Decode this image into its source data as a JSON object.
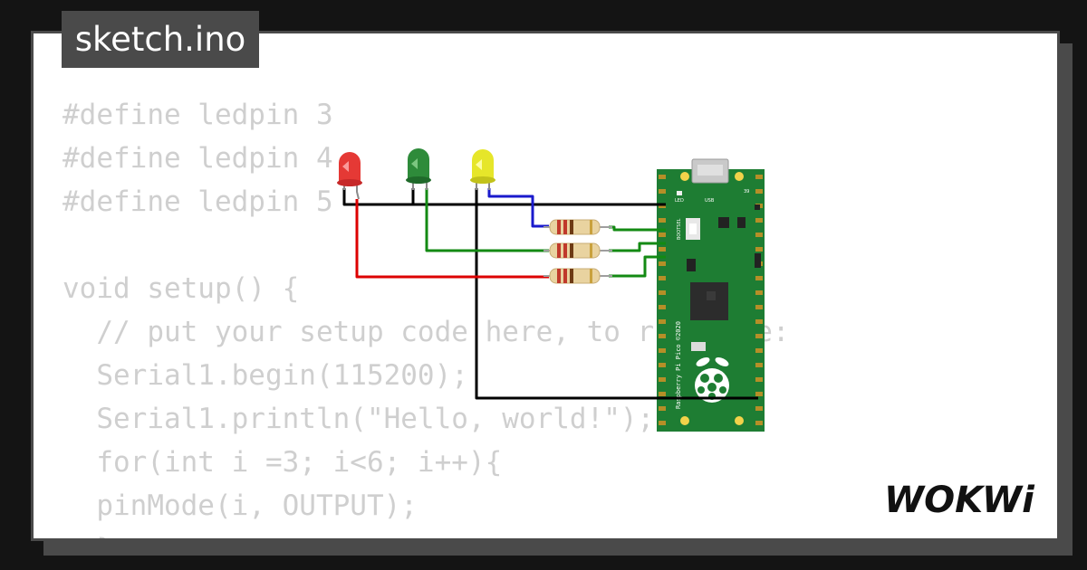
{
  "file_tab": {
    "label": "sketch.ino"
  },
  "code": {
    "lines": [
      "#define ledpin 3",
      "#define ledpin 4",
      "#define ledpin 5",
      "",
      "void setup() {",
      "  // put your setup code here, to run once:",
      "  Serial1.begin(115200);",
      "  Serial1.println(\"Hello, world!\");",
      "  for(int i =3; i<6; i++){",
      "  pinMode(i, OUTPUT);",
      "  }"
    ]
  },
  "board": {
    "led_label": "LED",
    "usb_label": "USB",
    "bootsel_label": "BOOTSEL",
    "pin_top_right": "39",
    "side_text": "Raspberry Pi Pico ©2020",
    "pcb_color": "#1e7d33"
  },
  "leds": [
    {
      "color": "red",
      "hex": "#e53935"
    },
    {
      "color": "green",
      "hex": "#2e8b3a"
    },
    {
      "color": "yellow",
      "hex": "#e6e62a"
    }
  ],
  "wires": {
    "black": "#000000",
    "blue": "#1a1acc",
    "green": "#138a13",
    "red": "#dd0000"
  },
  "brand": {
    "logo_text": "WOKWi"
  }
}
